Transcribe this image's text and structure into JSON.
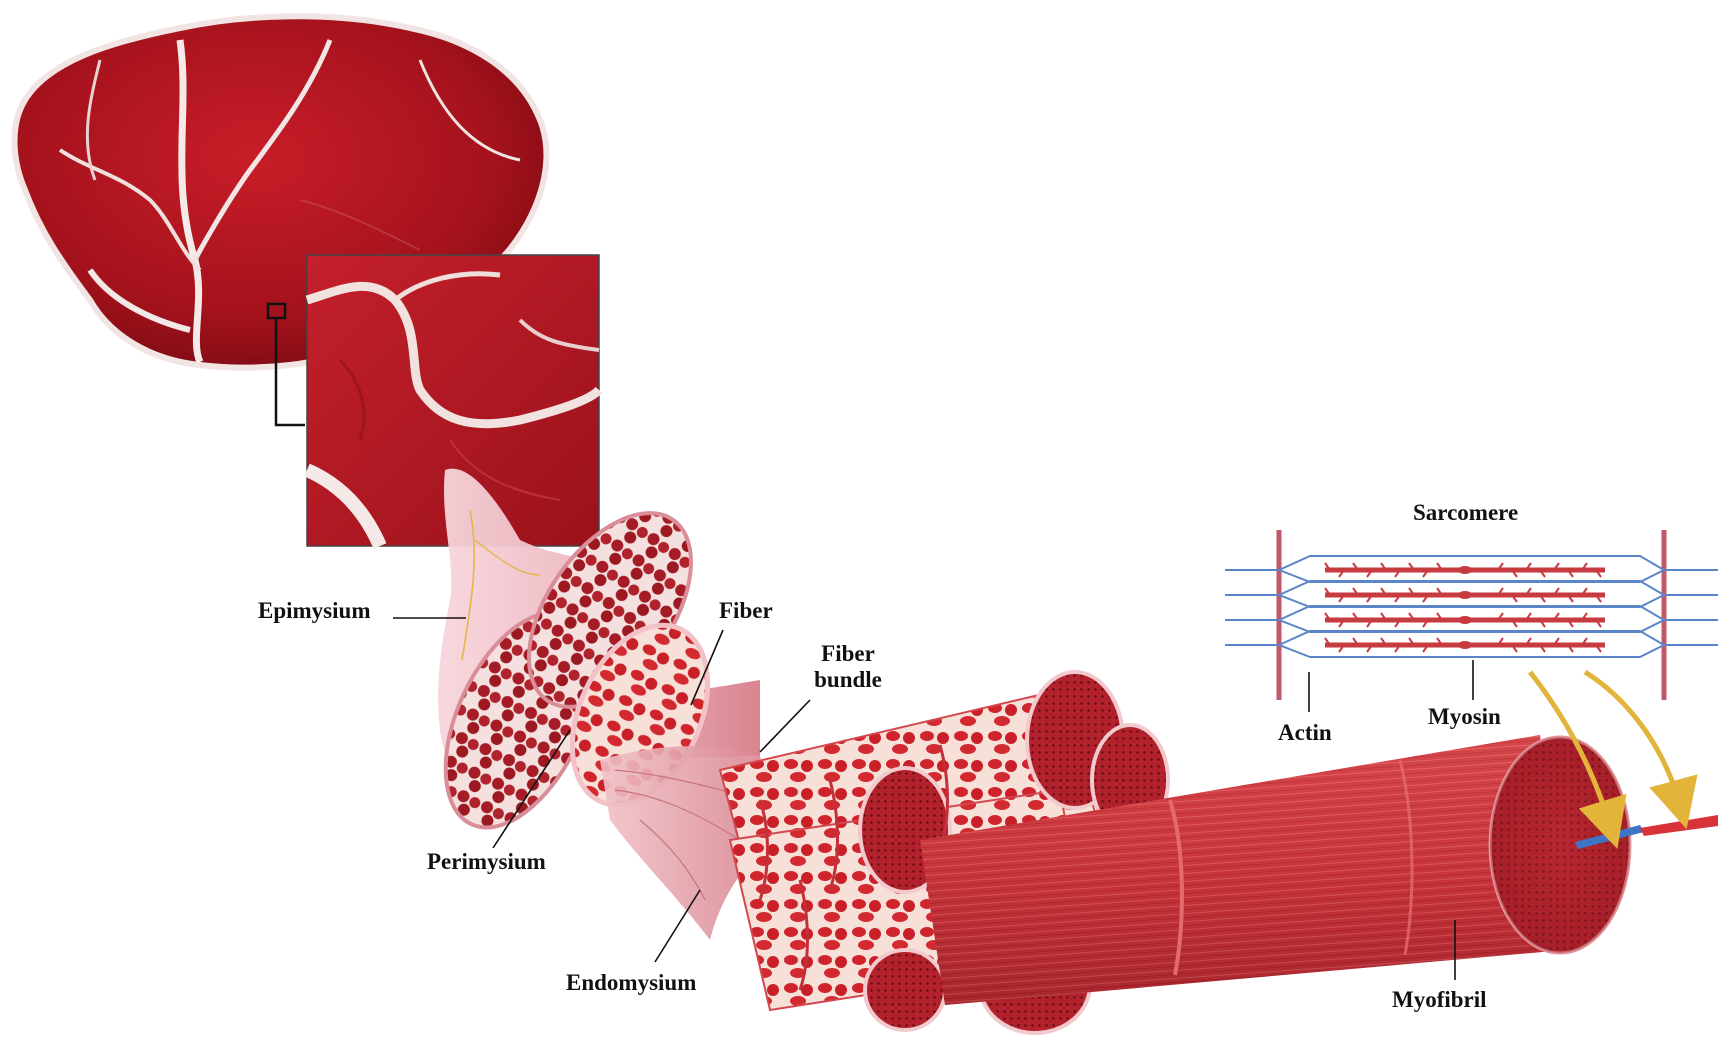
{
  "labels": {
    "sarcomere": "Sarcomere",
    "epimysium": "Epimysium",
    "fiber": "Fiber",
    "fiber_bundle_line1": "Fiber",
    "fiber_bundle_line2": "bundle",
    "actin": "Actin",
    "myosin": "Myosin",
    "perimysium": "Perimysium",
    "endomysium": "Endomysium",
    "myofibril": "Myofibril"
  },
  "colors": {
    "meat": "#b0141f",
    "meat_dark": "#7d0a12",
    "fat": "#f2e4e0",
    "muscle": "#d23a3f",
    "muscle_dark": "#9c1f26",
    "sheath": "#f3c7cf",
    "actin_line": "#5a86c8",
    "myosin_line": "#c63a40",
    "z_line": "#c05a6a",
    "arrow": "#e2b43a",
    "leader": "#111111"
  }
}
